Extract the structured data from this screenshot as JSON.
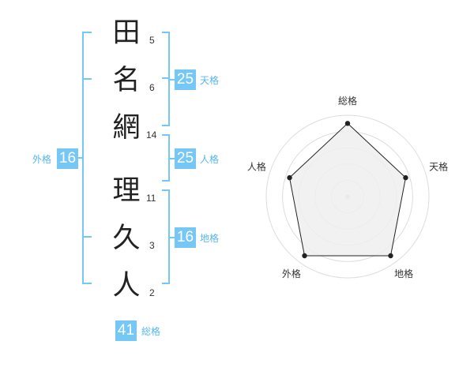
{
  "name": {
    "characters": [
      {
        "char": "田",
        "strokes": "5"
      },
      {
        "char": "名",
        "strokes": "6"
      },
      {
        "char": "網",
        "strokes": "14"
      },
      {
        "char": "理",
        "strokes": "11"
      },
      {
        "char": "久",
        "strokes": "3"
      },
      {
        "char": "人",
        "strokes": "2"
      }
    ]
  },
  "fortunes": {
    "tenkaku": {
      "value": "25",
      "label": "天格"
    },
    "jinkaku": {
      "value": "25",
      "label": "人格"
    },
    "chikaku": {
      "value": "16",
      "label": "地格"
    },
    "gaikaku": {
      "value": "16",
      "label": "外格"
    },
    "soukaku": {
      "value": "41",
      "label": "総格"
    }
  },
  "chart_data": {
    "type": "radar",
    "axes": [
      "総格",
      "天格",
      "地格",
      "外格",
      "人格"
    ],
    "values": [
      0.9,
      0.75,
      0.9,
      0.9,
      0.75
    ],
    "rings": 5
  },
  "colors": {
    "accent": "#75c8f5",
    "accent_text": "#58b6ea",
    "plot_fill": "#efefef",
    "ring": "#dddddd",
    "line": "#222222"
  }
}
